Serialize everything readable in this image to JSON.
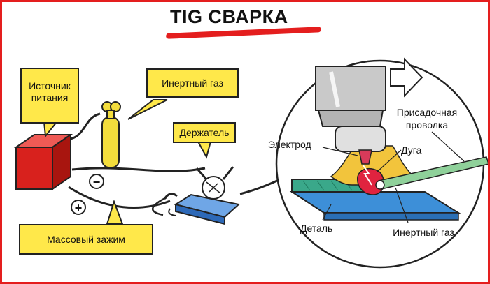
{
  "title": "TIG СВАРКА",
  "labels": {
    "power_source": "Источник питания",
    "inert_gas_callout": "Инертный газ",
    "holder": "Держатель",
    "ground_clamp": "Массовый зажим",
    "filler_wire": "Присадочная проволка",
    "electrode": "Электрод",
    "arc": "Дуга",
    "workpiece": "Деталь",
    "inert_gas": "Инертный газ"
  },
  "polarity": {
    "minus": "−",
    "plus": "+"
  },
  "colors": {
    "frame": "#e41e1e",
    "callout": "#ffe84a",
    "power_box": "#d8211d",
    "gas_cylinder": "#f3dd3c",
    "holder_body": "#3b7ed3",
    "workpiece": "#3d8fd8",
    "weld_bead": "#3aa88a",
    "shield_gas": "#f2c43c",
    "torch": "#c9c9c9",
    "filler_rod": "#8fd19a"
  }
}
